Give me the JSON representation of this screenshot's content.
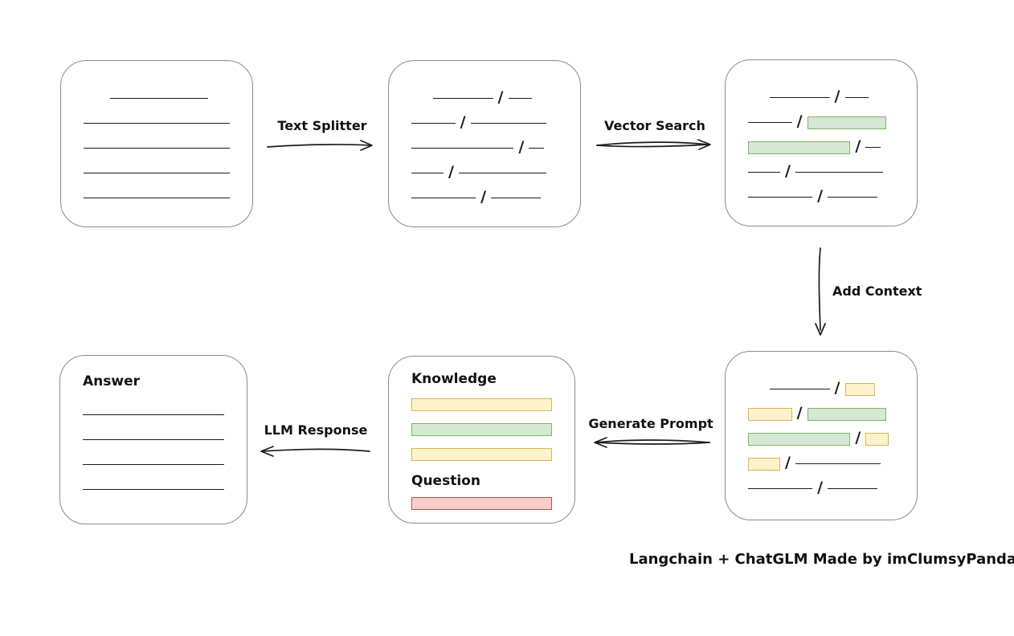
{
  "colors": {
    "green_fill": "#d5e8d4",
    "green_border": "#82b366",
    "yellow_fill": "#fff2cc",
    "yellow_border": "#d6b656",
    "red_fill": "#f8cecc",
    "red_border": "#b85450"
  },
  "labels": {
    "arrows": {
      "text_splitter": "Text Splitter",
      "vector_search": "Vector Search",
      "add_context": "Add Context",
      "generate_prompt": "Generate Prompt",
      "llm_response": "LLM Response"
    },
    "prompt_box": {
      "knowledge": "Knowledge",
      "question": "Question"
    },
    "answer_box": {
      "title": "Answer"
    },
    "footer": "Langchain + ChatGLM Made by imClumsyPanda"
  },
  "boxes": {
    "document": {
      "rows": [
        {
          "indent": 18,
          "segs": [
            {
              "t": "line",
              "w": 82
            }
          ]
        },
        {
          "segs": [
            {
              "t": "line",
              "w": 100
            }
          ]
        },
        {
          "segs": [
            {
              "t": "line",
              "w": 100
            }
          ]
        },
        {
          "segs": [
            {
              "t": "line",
              "w": 100
            }
          ]
        },
        {
          "segs": [
            {
              "t": "line",
              "w": 100
            }
          ]
        }
      ]
    },
    "split_text": {
      "rows": [
        {
          "indent": 15,
          "segs": [
            {
              "t": "line",
              "w": 48
            },
            {
              "t": "slash"
            },
            {
              "t": "line",
              "w": 19
            }
          ]
        },
        {
          "segs": [
            {
              "t": "line",
              "w": 30
            },
            {
              "t": "slash"
            },
            {
              "t": "line",
              "w": 52
            }
          ]
        },
        {
          "segs": [
            {
              "t": "line",
              "w": 70
            },
            {
              "t": "slash"
            },
            {
              "t": "line",
              "w": 10
            }
          ]
        },
        {
          "segs": [
            {
              "t": "line",
              "w": 22
            },
            {
              "t": "slash"
            },
            {
              "t": "line",
              "w": 60
            }
          ]
        },
        {
          "segs": [
            {
              "t": "line",
              "w": 44
            },
            {
              "t": "slash"
            },
            {
              "t": "line",
              "w": 34
            }
          ]
        }
      ]
    },
    "vector_matched": {
      "rows": [
        {
          "indent": 15,
          "segs": [
            {
              "t": "line",
              "w": 48
            },
            {
              "t": "slash"
            },
            {
              "t": "line",
              "w": 19
            }
          ]
        },
        {
          "segs": [
            {
              "t": "line",
              "w": 30
            },
            {
              "t": "slash"
            },
            {
              "t": "green",
              "w": 54
            }
          ]
        },
        {
          "segs": [
            {
              "t": "green",
              "w": 70
            },
            {
              "t": "slash"
            },
            {
              "t": "line",
              "w": 10
            }
          ]
        },
        {
          "segs": [
            {
              "t": "line",
              "w": 22
            },
            {
              "t": "slash"
            },
            {
              "t": "line",
              "w": 60
            }
          ]
        },
        {
          "segs": [
            {
              "t": "line",
              "w": 44
            },
            {
              "t": "slash"
            },
            {
              "t": "line",
              "w": 34
            }
          ]
        }
      ]
    },
    "context_added": {
      "rows": [
        {
          "indent": 15,
          "segs": [
            {
              "t": "line",
              "w": 48
            },
            {
              "t": "slash"
            },
            {
              "t": "yellow",
              "w": 24
            }
          ]
        },
        {
          "segs": [
            {
              "t": "yellow",
              "w": 30
            },
            {
              "t": "slash"
            },
            {
              "t": "green",
              "w": 54
            }
          ]
        },
        {
          "segs": [
            {
              "t": "green",
              "w": 70
            },
            {
              "t": "slash"
            },
            {
              "t": "yellow",
              "w": 16
            }
          ]
        },
        {
          "segs": [
            {
              "t": "yellow",
              "w": 22
            },
            {
              "t": "slash"
            },
            {
              "t": "line",
              "w": 58
            }
          ]
        },
        {
          "segs": [
            {
              "t": "line",
              "w": 44
            },
            {
              "t": "slash"
            },
            {
              "t": "line",
              "w": 34
            }
          ]
        }
      ]
    },
    "knowledge_bars": {
      "rows": [
        {
          "segs": [
            {
              "t": "yellow",
              "w": 100
            }
          ]
        },
        {
          "segs": [
            {
              "t": "green",
              "w": 100
            }
          ]
        },
        {
          "segs": [
            {
              "t": "yellow",
              "w": 100
            }
          ]
        }
      ]
    },
    "question_bar": {
      "rows": [
        {
          "segs": [
            {
              "t": "red",
              "w": 100
            }
          ]
        }
      ]
    },
    "answer_lines": {
      "rows": [
        {
          "segs": [
            {
              "t": "line",
              "w": 100
            }
          ]
        },
        {
          "segs": [
            {
              "t": "line",
              "w": 100
            }
          ]
        },
        {
          "segs": [
            {
              "t": "line",
              "w": 100
            }
          ]
        },
        {
          "segs": [
            {
              "t": "line",
              "w": 100
            }
          ]
        }
      ]
    }
  }
}
